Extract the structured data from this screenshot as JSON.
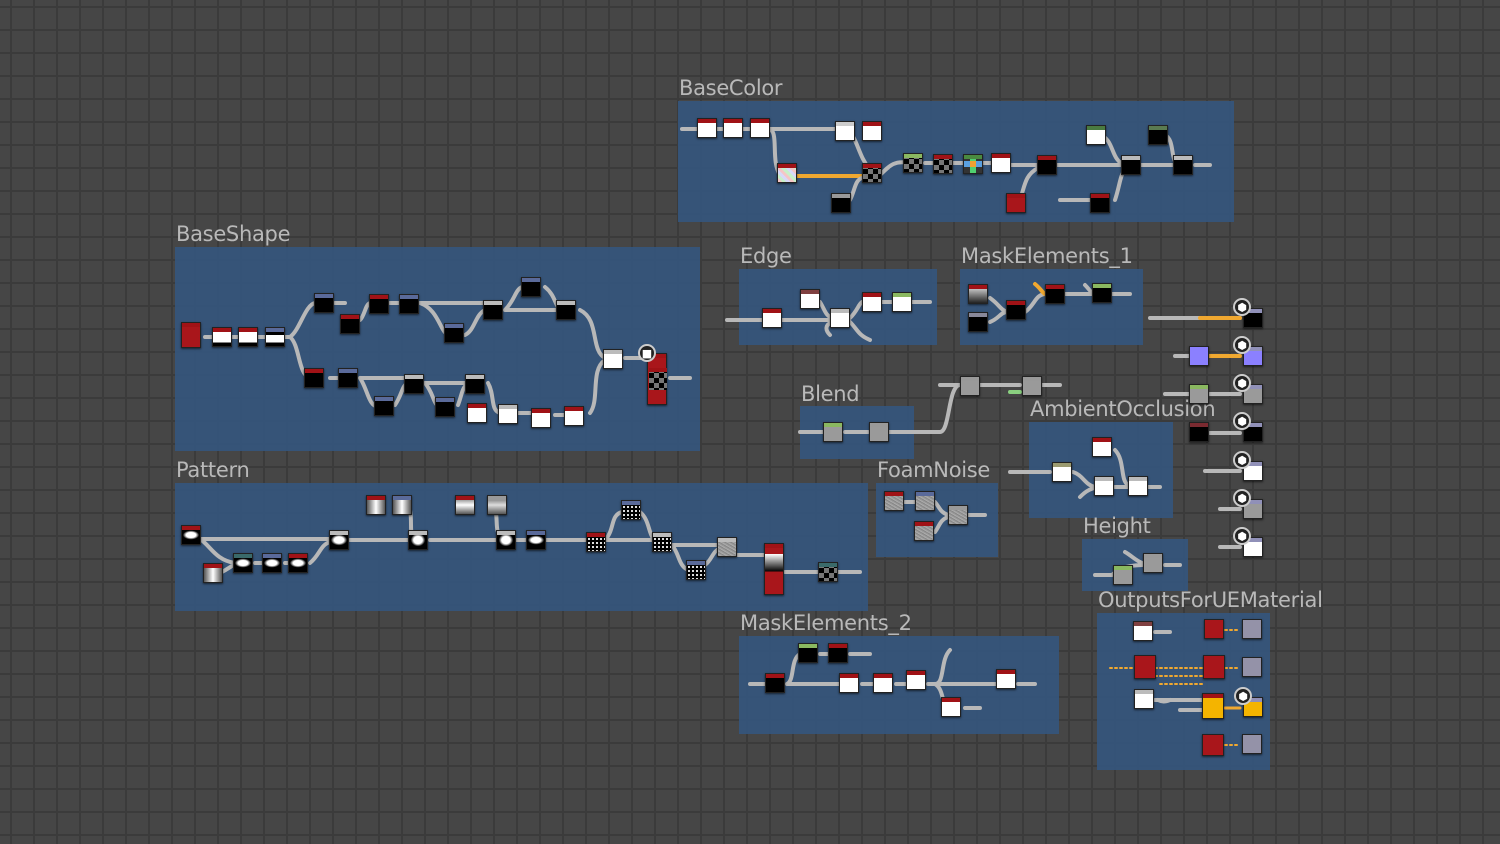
{
  "app": "Substance Designer graph view",
  "frames": [
    {
      "id": "basecolor",
      "title": "BaseColor"
    },
    {
      "id": "baseshape",
      "title": "BaseShape"
    },
    {
      "id": "edge",
      "title": "Edge"
    },
    {
      "id": "maskelements1",
      "title": "MaskElements_1"
    },
    {
      "id": "blend",
      "title": "Blend"
    },
    {
      "id": "ambientocclusion",
      "title": "AmbientOcclusion"
    },
    {
      "id": "pattern",
      "title": "Pattern"
    },
    {
      "id": "foamnoise",
      "title": "FoamNoise"
    },
    {
      "id": "height",
      "title": "Height"
    },
    {
      "id": "maskelements2",
      "title": "MaskElements_2"
    },
    {
      "id": "outputs",
      "title": "OutputsForUEMaterial"
    }
  ],
  "colors": {
    "canvas": "#464646",
    "grid": "#3b3b3b",
    "frame": "#345680",
    "frame_title": "#b9b9b9",
    "wire": "#b8b8b8",
    "wire_highlight": "#f0a830",
    "node_header_red": "#a01216",
    "node_header_blue": "#5a6a9a",
    "node_header_green": "#8ab860",
    "node_header_gray": "#bdbdbd"
  },
  "output_nodes": [
    {
      "icon": "cube-icon",
      "preview": "black"
    },
    {
      "icon": "cube-icon",
      "preview": "normal"
    },
    {
      "icon": "cube-icon",
      "preview": "gray"
    },
    {
      "icon": "cube-icon",
      "preview": "black"
    },
    {
      "icon": "cube-icon",
      "preview": "white"
    },
    {
      "icon": "cube-icon",
      "preview": "gray"
    },
    {
      "icon": "cube-icon",
      "preview": "white"
    }
  ]
}
